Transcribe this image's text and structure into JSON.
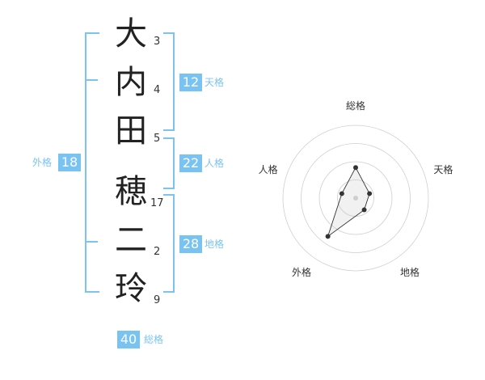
{
  "name": {
    "characters": [
      {
        "char": "大",
        "strokes": "3"
      },
      {
        "char": "内",
        "strokes": "4"
      },
      {
        "char": "田",
        "strokes": "5"
      },
      {
        "char": "穂",
        "strokes": "17"
      },
      {
        "char": "二",
        "strokes": "2"
      },
      {
        "char": "玲",
        "strokes": "9"
      }
    ]
  },
  "fortune": {
    "tenkaku": {
      "label": "天格",
      "value": "12"
    },
    "jinkaku": {
      "label": "人格",
      "value": "22"
    },
    "chikaku": {
      "label": "地格",
      "value": "28"
    },
    "gaikaku": {
      "label": "外格",
      "value": "18"
    },
    "soukaku": {
      "label": "総格",
      "value": "40"
    }
  },
  "colors": {
    "accent": "#79c3f3",
    "text": "#222222"
  },
  "chart_data": {
    "type": "radar",
    "axes": [
      "総格",
      "天格",
      "地格",
      "外格",
      "人格"
    ],
    "values": [
      0.42,
      0.2,
      0.2,
      0.65,
      0.2
    ],
    "rings": 4,
    "grid": true
  }
}
